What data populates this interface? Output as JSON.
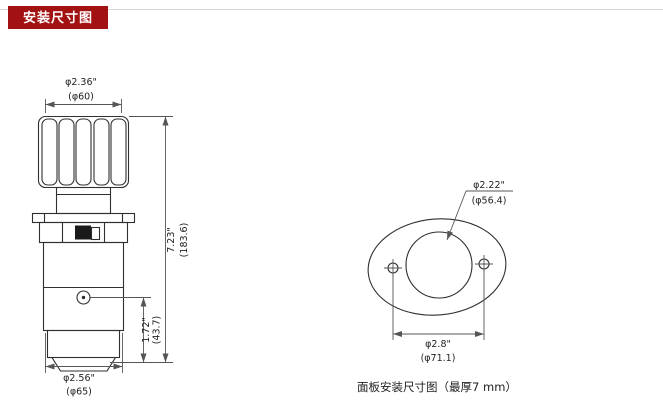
{
  "page": {
    "title_badge": "安装尺寸图"
  },
  "colors": {
    "badge_bg": "#a31212",
    "badge_text": "#ffffff",
    "line": "#2f2f2f",
    "dimension_line": "#555555"
  },
  "side_view": {
    "dim_cap_in": "φ2.36\"",
    "dim_cap_mm": "(φ60)",
    "dim_total_in": "7.23\"",
    "dim_total_mm": "(183.6)",
    "dim_rear_in": "1.72\"",
    "dim_rear_mm": "(43.7)",
    "dim_base_in": "φ2.56\"",
    "dim_base_mm": "(φ65)"
  },
  "panel_view": {
    "dim_bore_in": "φ2.22\"",
    "dim_bore_mm": "(φ56.4)",
    "dim_span_in": "φ2.8\"",
    "dim_span_mm": "(φ71.1)",
    "caption": "面板安装尺寸图（最厚7 mm）"
  }
}
